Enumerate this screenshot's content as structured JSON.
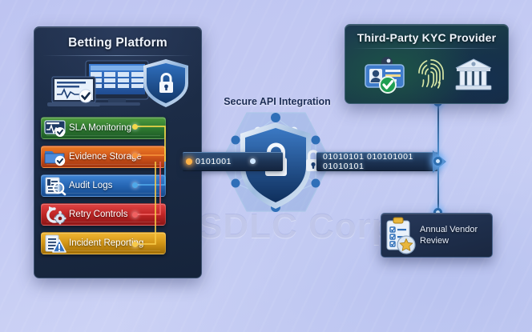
{
  "watermark": "SDLC Corp",
  "left_panel": {
    "title": "Betting Platform",
    "illustration": "monitor-dashboard-laptop-shield-lock",
    "items": [
      {
        "label": "SLA Monitoring",
        "icon": "monitor-pulse-check-icon",
        "color": "#3f8a34",
        "color2": "#1e5a26",
        "dot": "#f5d84a"
      },
      {
        "label": "Evidence Storage",
        "icon": "folder-check-icon",
        "color": "#e0641b",
        "color2": "#a8340f",
        "dot": "#f5903a"
      },
      {
        "label": "Audit Logs",
        "icon": "document-magnifier-icon",
        "color": "#2f72c4",
        "color2": "#154c92",
        "dot": "#4fa8e8"
      },
      {
        "label": "Retry Controls",
        "icon": "refresh-gear-icon",
        "color": "#cf3030",
        "color2": "#8e1717",
        "dot": "#f06060"
      },
      {
        "label": "Incident Reporting",
        "icon": "document-warning-icon",
        "color": "#e3a41c",
        "color2": "#aa7108",
        "dot": "#f7c948"
      }
    ]
  },
  "center": {
    "api_label": "Secure API Integration",
    "hub_icon": "shield-lock-icon",
    "secondary_icon": "padlock-icon",
    "stream_left_text": "0101001",
    "stream_right_text": "01010101 010101001 01010101"
  },
  "kyc_panel": {
    "title": "Third-Party KYC Provider",
    "icons": [
      "id-card-verified-icon",
      "fingerprint-icon",
      "bank-building-icon"
    ]
  },
  "vendor_box": {
    "label": "Annual Vendor Review",
    "icon": "clipboard-checklist-star-icon"
  },
  "colors": {
    "background": "#c2c9f3",
    "panel_navy": "#1b2b45",
    "accent_blue": "#4d8fd0",
    "stream_navy": "#1d3455"
  }
}
